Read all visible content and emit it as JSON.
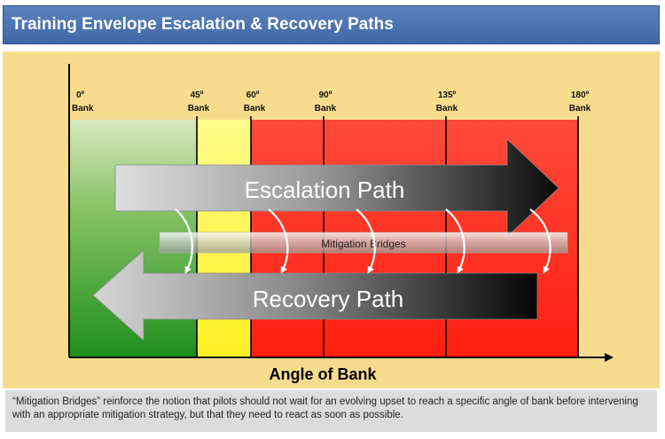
{
  "title": "Training Envelope Escalation & Recovery Paths",
  "axis_label": "Angle of Bank",
  "ticks": [
    {
      "deg": "0º",
      "unit": "Bank"
    },
    {
      "deg": "45º",
      "unit": "Bank"
    },
    {
      "deg": "60º",
      "unit": "Bank"
    },
    {
      "deg": "90º",
      "unit": "Bank"
    },
    {
      "deg": "135º",
      "unit": "Bank"
    },
    {
      "deg": "180º",
      "unit": "Bank"
    }
  ],
  "escalation_label": "Escalation Path",
  "mitigation_label": "Mitigation Bridges",
  "recovery_label": "Recovery Path",
  "caption": "“Mitigation Bridges” reinforce the notion that pilots should not wait for an evolving upset to reach a specific angle of bank before intervening with an appropriate mitigation strategy, but that they need to react as soon as possible.",
  "colors": {
    "title_bar": "#4a72b0",
    "background": "#f8dc8e",
    "green_zone": "#2f9a2a",
    "yellow_zone": "#fff23a",
    "red_zone": "#ff2a1a",
    "caption_bg": "#dcdcdc"
  }
}
